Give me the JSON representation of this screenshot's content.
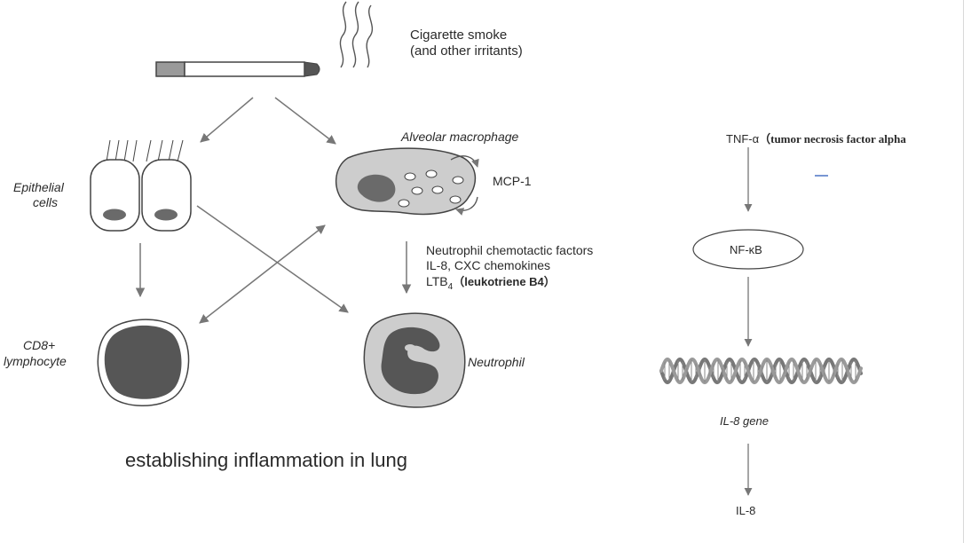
{
  "smoke": {
    "line1": "Cigarette smoke",
    "line2": "(and other irritants)"
  },
  "cells": {
    "epithelial": {
      "line1": "Epithelial",
      "line2": "cells"
    },
    "macrophage": "Alveolar macrophage",
    "mcp": "MCP-1",
    "cd8": {
      "line1": "CD8+",
      "line2": "lymphocyte"
    },
    "neutrophil": "Neutrophil"
  },
  "chemotactic": {
    "line1": "Neutrophil chemotactic factors",
    "line2": "IL-8, CXC chemokines",
    "ltb": "LTB",
    "ltb_sub": "4",
    "ltb_note": "（leukotriene B4）"
  },
  "caption": "establishing inflammation in lung",
  "pathway": {
    "tnf": "TNF-α",
    "tnf_note": "（tumor necrosis factor alpha",
    "nfkb": "NF-κB",
    "gene": "IL-8 gene",
    "il8": "IL-8"
  }
}
